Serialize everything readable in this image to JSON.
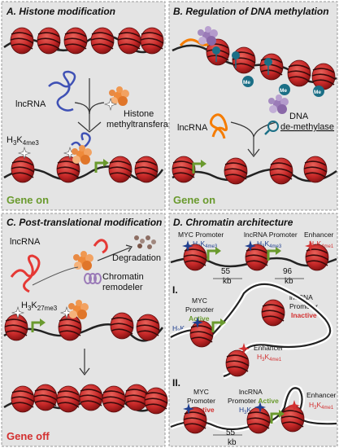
{
  "panels": {
    "a": {
      "title": "A. Histone modification",
      "lncrna": "lncRNA",
      "enzyme_line1": "Histone",
      "enzyme_line2": "methyltransferase",
      "mark_main": "H",
      "mark_sub1": "3",
      "mark_mid": "K",
      "mark_sub2": "4me3",
      "status": "Gene on"
    },
    "b": {
      "title": "B. Regulation of DNA methylation",
      "me_label": "Me",
      "lncrna": "lncRNA",
      "enzyme_line1": "DNA",
      "enzyme_line2": "de-methylase",
      "status": "Gene on"
    },
    "c": {
      "title": "C. Post-translational modification",
      "lncrna": "lncRNA",
      "degradation": "Degradation",
      "remodeler_line1": "Chromatin",
      "remodeler_line2": "remodeler",
      "mark_main": "H",
      "mark_sub1": "3",
      "mark_mid": "K",
      "mark_sub2": "27me3",
      "status": "Gene off"
    },
    "d": {
      "title": "D. Chromatin architecture",
      "myc_promoter": "MYC Promoter",
      "lncrna_promoter": "lncRNA Promoter",
      "enhancer": "Enhancer",
      "k4me3": "4me3",
      "k4me1": "4me1",
      "h": "H",
      "three": "3",
      "k": "K",
      "dist1_num": "55",
      "dist1_unit": "kb",
      "dist2_num": "96",
      "dist2_unit": "kb",
      "state1_label": "I.",
      "state1_myc_l1": "MYC",
      "state1_myc_l2": "Promoter",
      "state1_myc_status": "Active",
      "state1_lnc_l1": "lncRNA",
      "state1_lnc_l2": "Promoter",
      "state1_lnc_status": "Inactive",
      "state2_label": "II.",
      "state2_myc_l1": "MYC",
      "state2_myc_l2": "Promoter",
      "state2_myc_status": "Inactive",
      "state2_lnc_l1": "lncRNA",
      "state2_lnc_l2": "Promoter",
      "state2_lnc_status": "Active",
      "state2_dist_num": "55",
      "state2_dist_unit": "kb"
    }
  },
  "colors": {
    "panel_bg": "#e4e4e4",
    "nucleosome": "#c62828",
    "dna": "#222222",
    "lncrna_blue": "#3f51b5",
    "lncrna_orange": "#f57c00",
    "lncrna_red": "#e53935",
    "gene_on": "#6a9a2e",
    "gene_off": "#d32f2f",
    "enzyme_orange": "#ef8a3a",
    "enzyme_purple": "#9b7bb8",
    "mark_blue": "#1f3f8f",
    "mark_red": "#d32f2f",
    "methyl_teal": "#1b6f86"
  }
}
